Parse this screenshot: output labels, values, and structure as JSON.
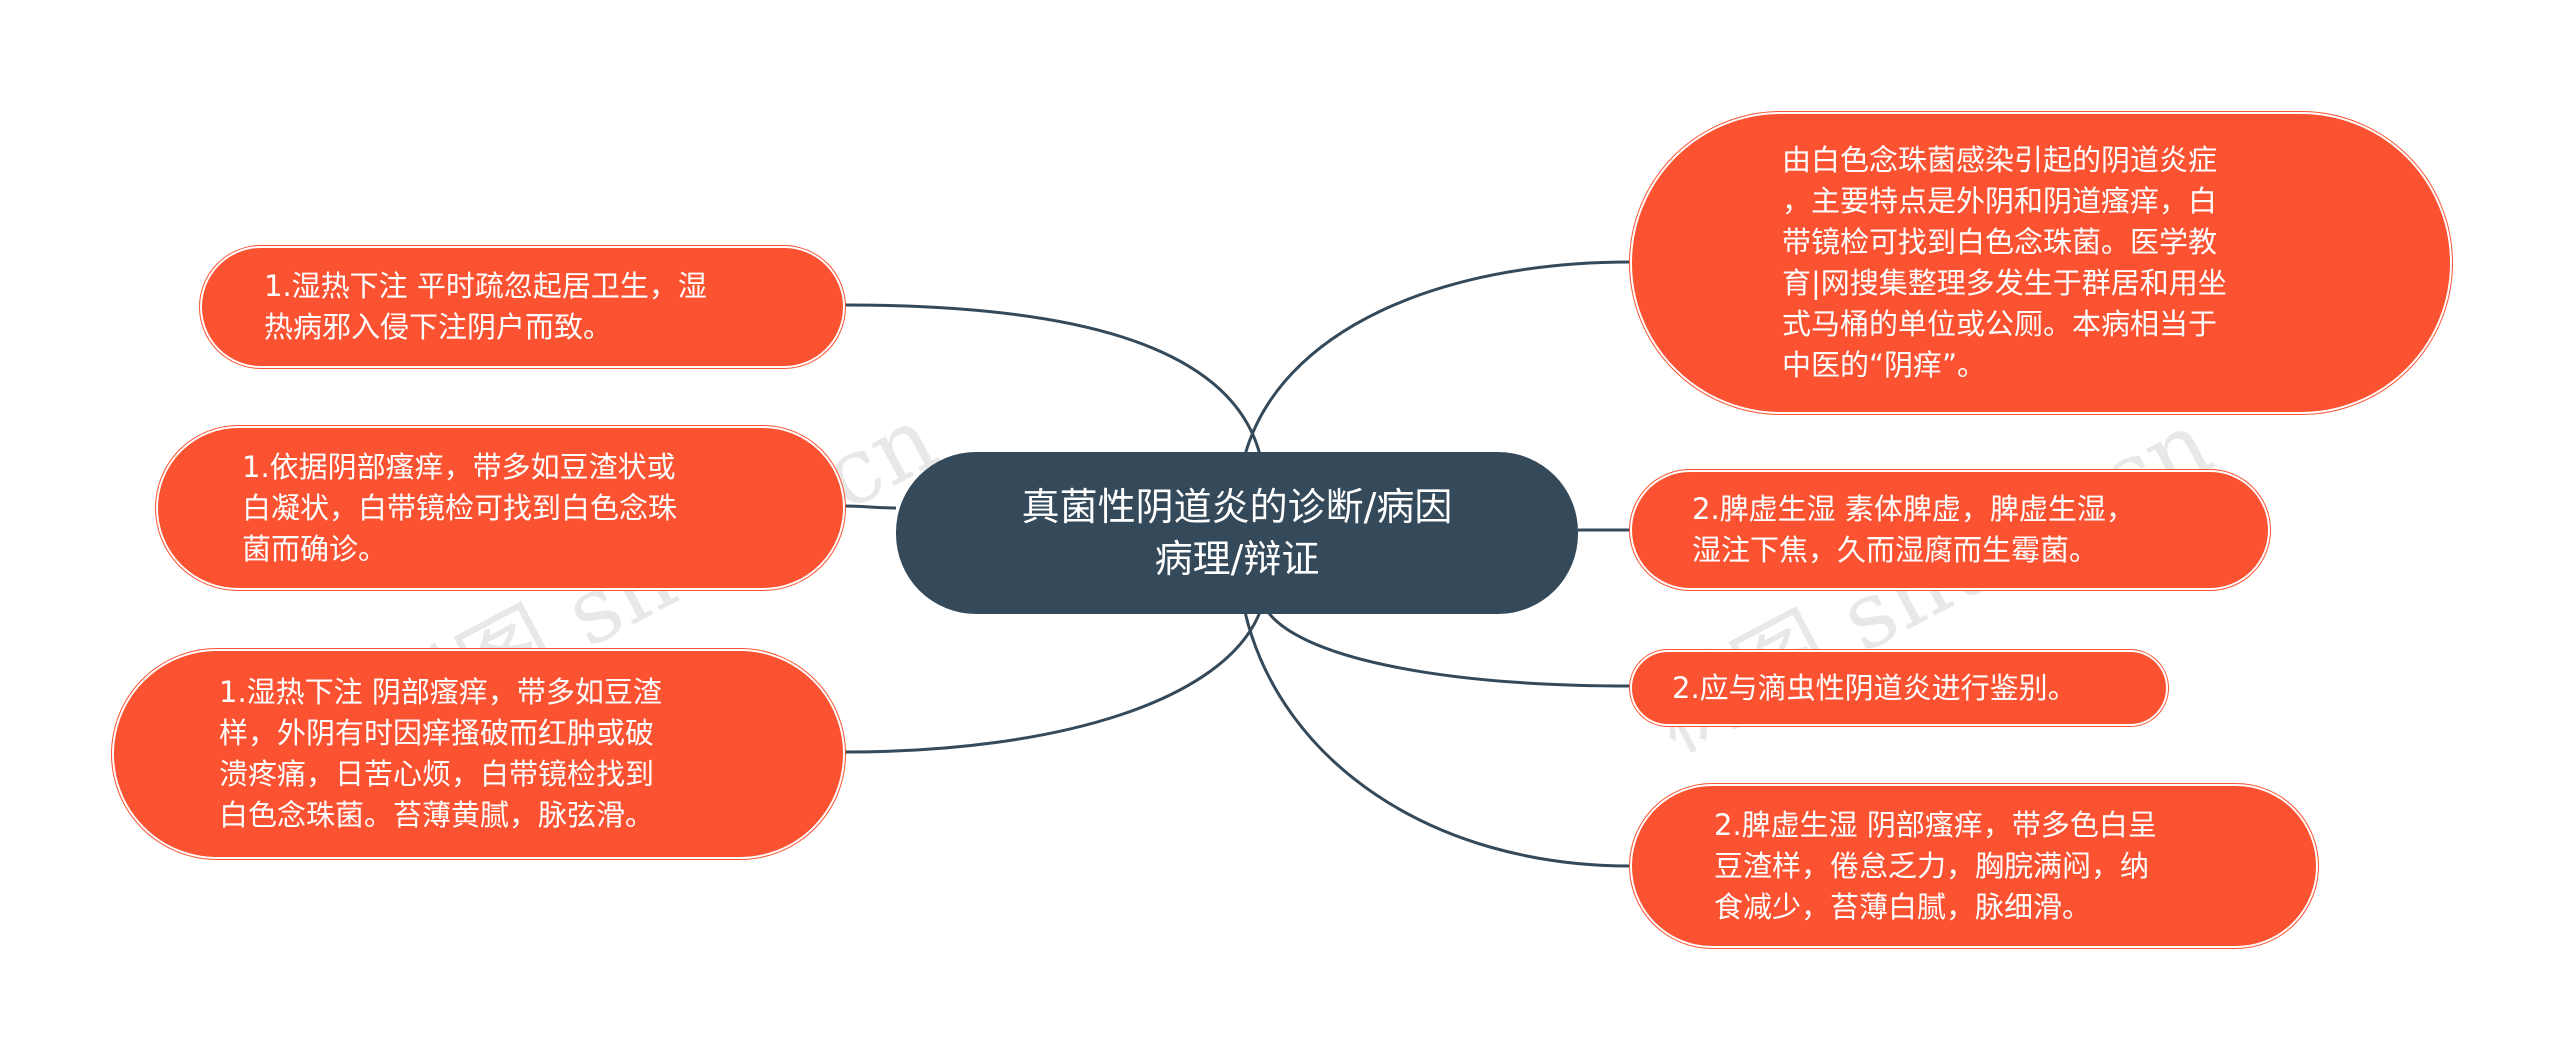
{
  "center": {
    "text": "真菌性阴道炎的诊断/病因\n病理/辩证"
  },
  "left_nodes": [
    {
      "text": "1.湿热下注 平时疏忽起居卫生，湿\n热病邪入侵下注阴户而致。"
    },
    {
      "text": "1.依据阴部瘙痒，带多如豆渣状或\n白凝状，白带镜检可找到白色念珠\n菌而确诊。"
    },
    {
      "text": "1.湿热下注 阴部瘙痒，带多如豆渣\n样，外阴有时因痒搔破而红肿或破\n溃疼痛，日苦心烦，白带镜检找到\n白色念珠菌。苔薄黄腻，脉弦滑。"
    }
  ],
  "right_nodes": [
    {
      "text": "由白色念珠菌感染引起的阴道炎症\n，主要特点是外阴和阴道瘙痒，白\n带镜检可找到白色念珠菌。医学教\n育|网搜集整理多发生于群居和用坐\n式马桶的单位或公厕。本病相当于\n中医的“阴痒”。"
    },
    {
      "text": "2.脾虚生湿 素体脾虚，脾虚生湿，\n湿注下焦，久而湿腐而生霉菌。"
    },
    {
      "text": "2.应与滴虫性阴道炎进行鉴别。"
    },
    {
      "text": "2.脾虚生湿 阴部瘙痒，带多色白呈\n豆渣样，倦怠乏力，胸脘满闷，纳\n食减少，苔薄白腻，脉细滑。"
    }
  ],
  "watermarks": [
    "树图 shutu.cn",
    "树图 shutu.cn"
  ],
  "colors": {
    "node_fill": "#fb5231",
    "center_fill": "#34495a",
    "link": "#34495a",
    "text": "#ffffff"
  }
}
